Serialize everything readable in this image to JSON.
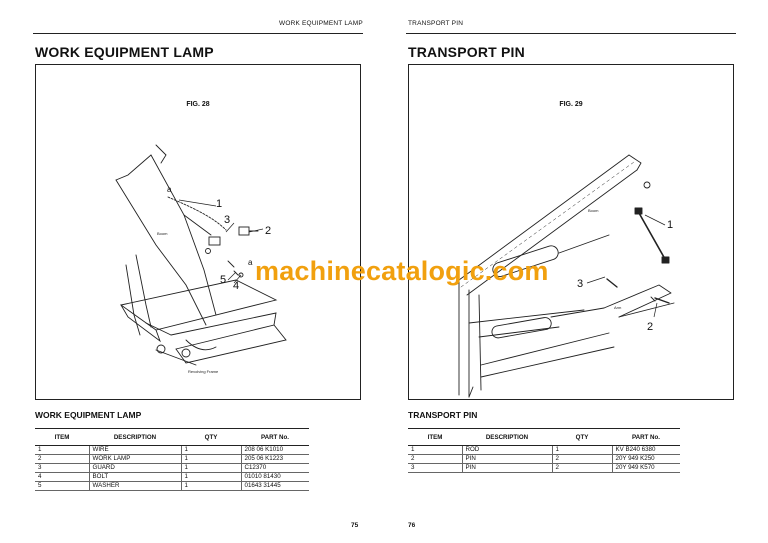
{
  "left_page": {
    "running_head": "WORK EQUIPMENT LAMP",
    "title": "WORK EQUIPMENT LAMP",
    "figure": {
      "label": "FIG. 28",
      "callouts": [
        "1",
        "2",
        "3",
        "4",
        "5"
      ],
      "letters": [
        "a",
        "a"
      ],
      "small_labels": [
        "Boom",
        "Revolving Frame"
      ]
    },
    "table_title": "WORK EQUIPMENT LAMP",
    "table": {
      "headers": [
        "ITEM",
        "DESCRIPTION",
        "QTY",
        "PART No."
      ],
      "rows": [
        [
          "1",
          "WIRE",
          "1",
          "208 06 K1010"
        ],
        [
          "2",
          "WORK LAMP",
          "1",
          "205 06 K1223"
        ],
        [
          "3",
          "GUARD",
          "1",
          "C12370"
        ],
        [
          "4",
          "BOLT",
          "1",
          "01010 81430"
        ],
        [
          "5",
          "WASHER",
          "1",
          "01643 31445"
        ]
      ]
    },
    "page_number": "75"
  },
  "right_page": {
    "running_head": "TRANSPORT PIN",
    "title": "TRANSPORT PIN",
    "figure": {
      "label": "FIG. 29",
      "callouts": [
        "1",
        "2",
        "3"
      ],
      "small_labels": [
        "Boom",
        "Arm"
      ]
    },
    "table_title": "TRANSPORT PIN",
    "table": {
      "headers": [
        "ITEM",
        "DESCRIPTION",
        "QTY",
        "PART No."
      ],
      "rows": [
        [
          "1",
          "ROD",
          "1",
          "KV B240 6380"
        ],
        [
          "2",
          "PIN",
          "2",
          "20Y 949 K250"
        ],
        [
          "3",
          "PIN",
          "2",
          "20Y 949 K570"
        ]
      ]
    },
    "page_number": "76"
  },
  "watermark": "machinecatalogic.com",
  "colors": {
    "watermark": "#f1a00e",
    "ink": "#111111"
  }
}
